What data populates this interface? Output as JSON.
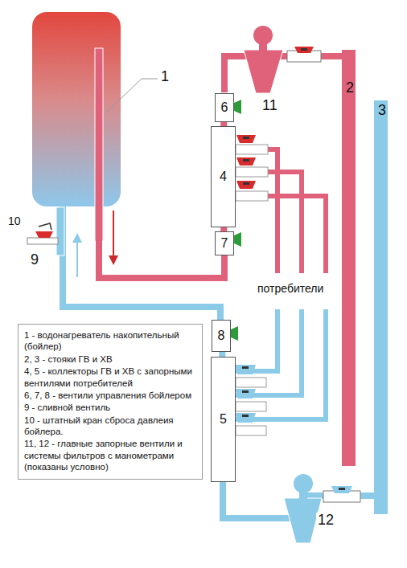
{
  "diagram": {
    "nodes": [
      {
        "text": [
          "6"
        ]
      },
      {
        "text": [
          "4"
        ]
      },
      {
        "text": [
          "7"
        ]
      },
      {
        "text": [
          "8"
        ]
      },
      {
        "text": [
          "5"
        ]
      },
      {
        "text": [
          "1 - водонагреватель накопительный (бойлер)",
          "2, 3 - стояки ГВ и ХВ",
          "4, 5 - коллекторы ГВ и ХВ с запорными вентилями потребителей",
          "6, 7, 8 - вентили управления бойлером",
          "9 - сливной вентиль",
          "10 - штатный кран сброса давлеия бойлера.",
          "11, 12 - главные запорные вентили и системы фильтров с манометрами (показаны условно)"
        ]
      }
    ],
    "edges": [
      {
        "from": 0,
        "to": 1,
        "arrow": "none"
      },
      {
        "from": 1,
        "to": 2,
        "arrow": "none"
      },
      {
        "from": 3,
        "to": 4,
        "arrow": "none"
      }
    ],
    "labels": [
      "1",
      "2",
      "3",
      "11",
      "10",
      "9",
      "потребители",
      "12"
    ]
  }
}
